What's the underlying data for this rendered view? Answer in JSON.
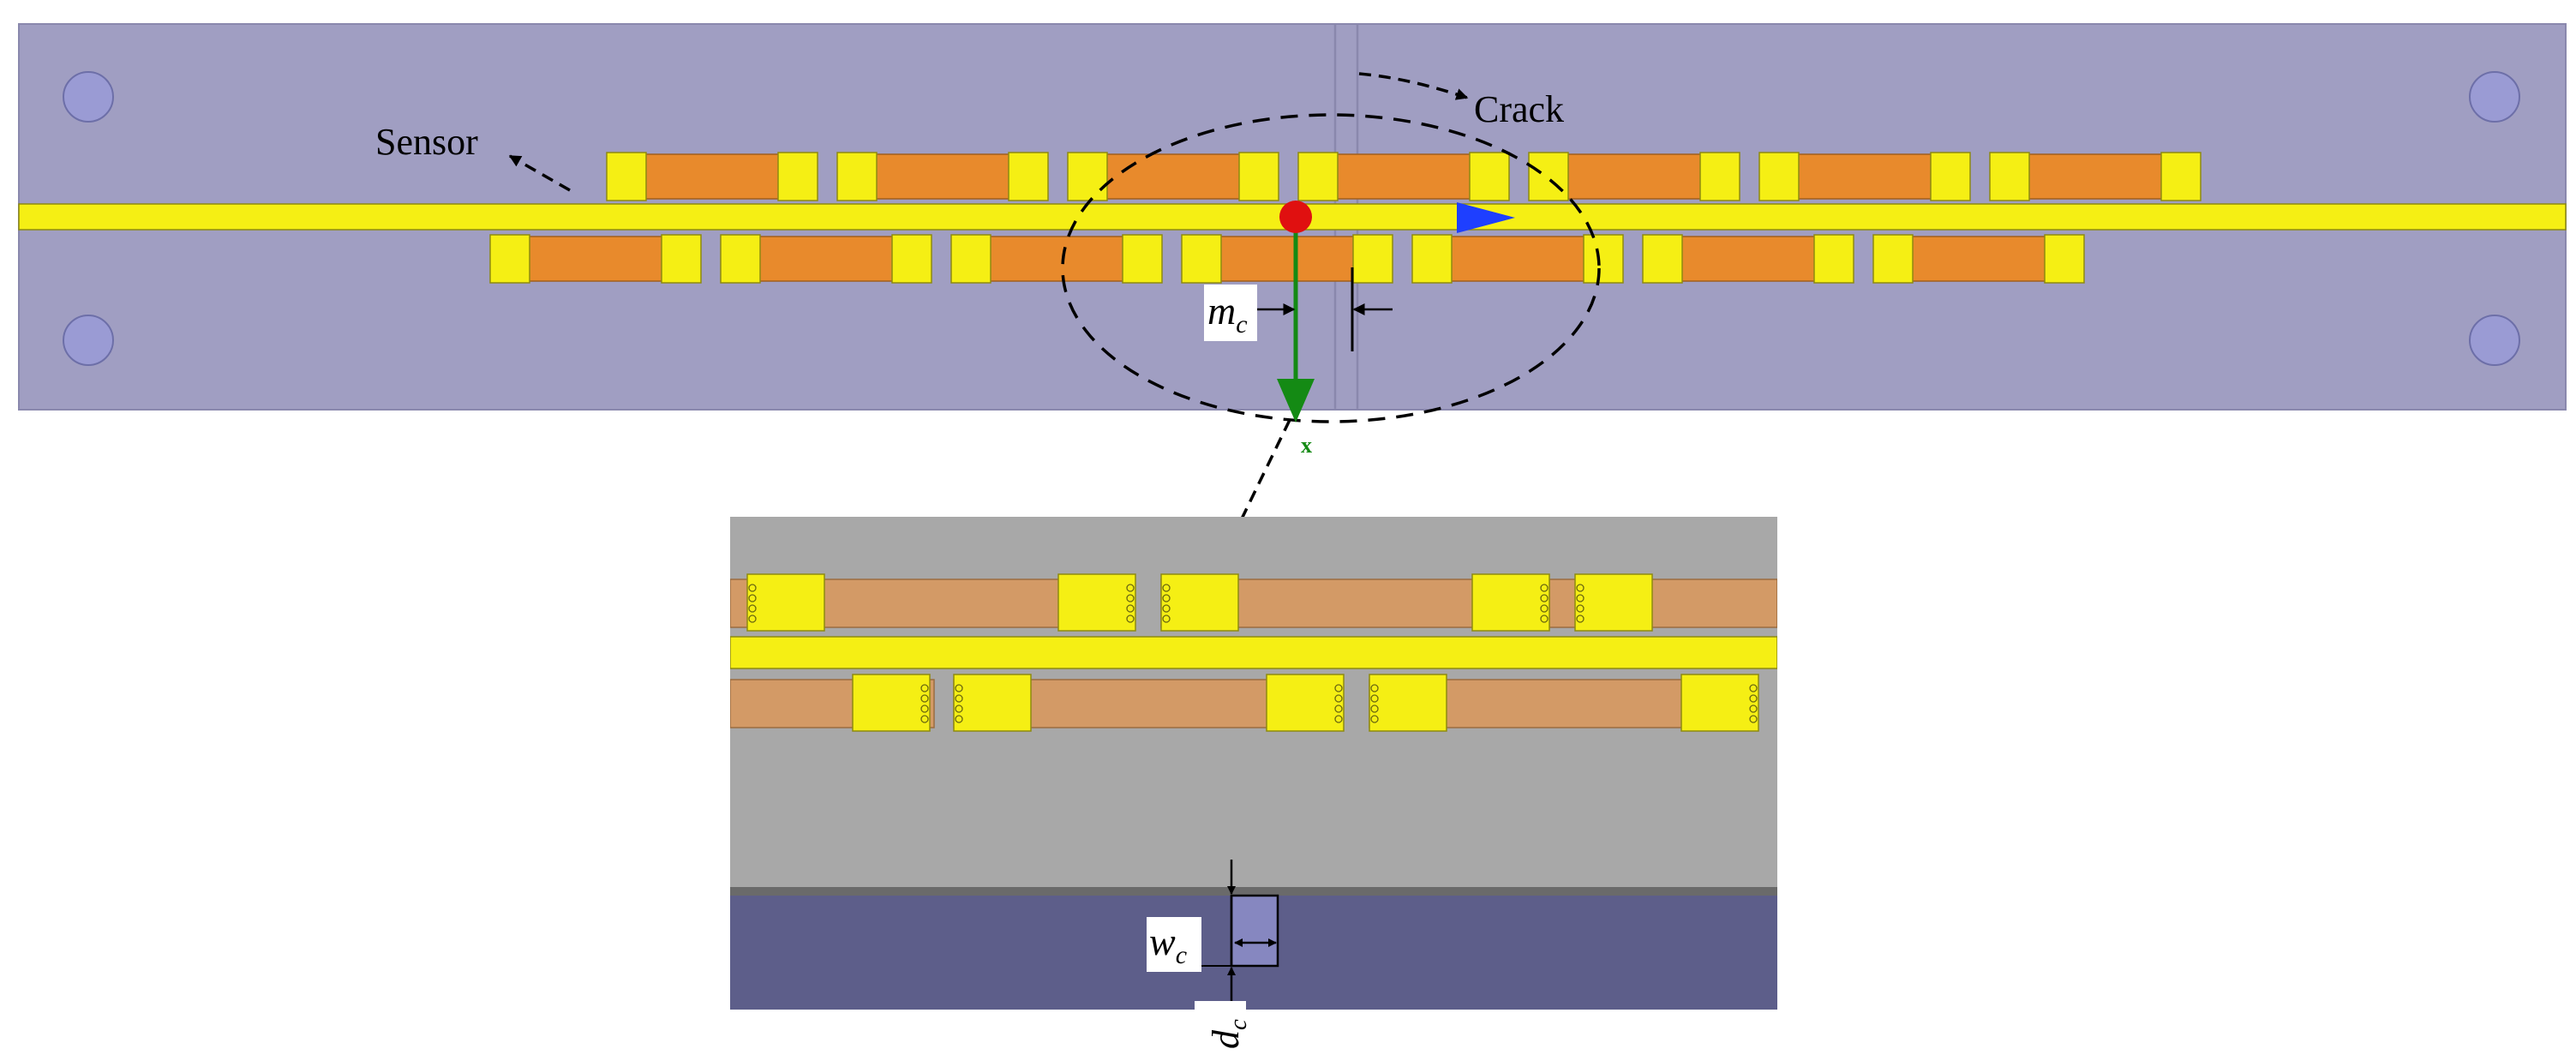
{
  "labels": {
    "crack": "Crack",
    "sensor": "Sensor",
    "axis_x": "x",
    "mc_main": "m",
    "mc_sub": "c",
    "wc_main": "w",
    "wc_sub": "c",
    "dc_main": "d",
    "dc_sub": "c"
  },
  "colors": {
    "background": "#ffffff",
    "plate": "#a09ec2",
    "plate_edge": "#8a88ad",
    "hole": "#9a9bd4",
    "hole_edge": "#6d6fa8",
    "feedline": "#f5ef14",
    "patch": "#e88a2c",
    "patch_edge": "#a15f1c",
    "pad": "#f5ef14",
    "pad_edge": "#8e8a10",
    "zoom_background": "#a8a8a8",
    "zoom_patch": "#d39a66",
    "substrate": "#5d5e8a",
    "substrate_top": "#6a6a6a",
    "crack_fill": "#8687c0",
    "marker_red": "#e01010",
    "arrow_blue": "#1e3fff",
    "arrow_green": "#148a14",
    "dash": "#000000"
  },
  "icons": {
    "origin_marker": "red-sphere-icon",
    "y_axis_arrow": "blue-triangle-icon",
    "x_axis_arrow": "green-arrow-icon"
  }
}
